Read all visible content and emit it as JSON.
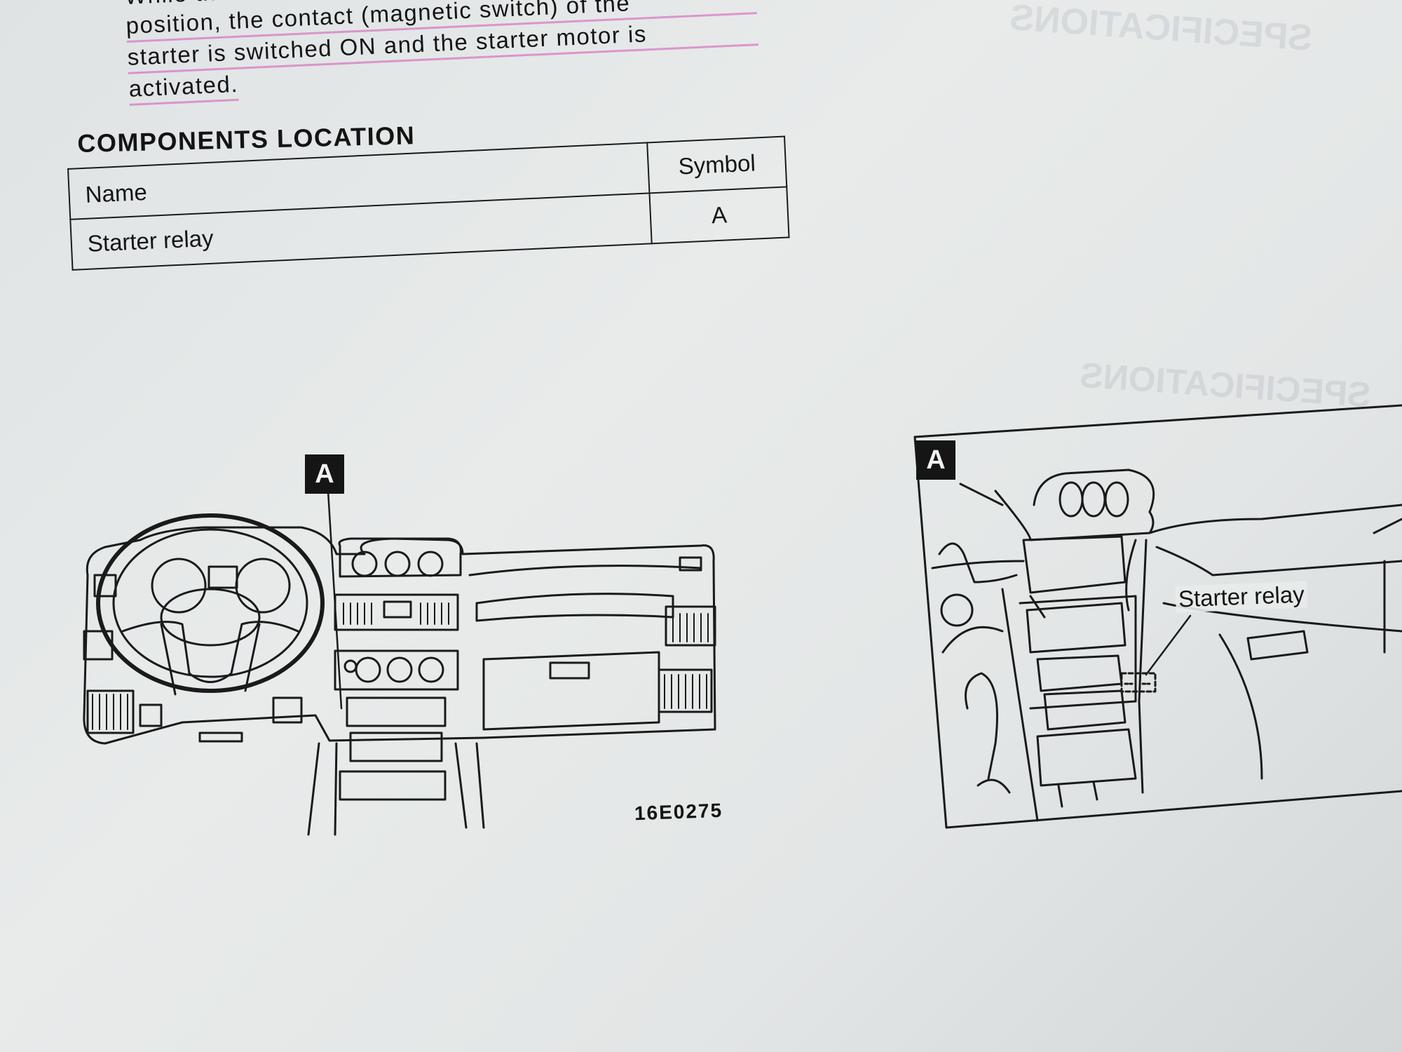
{
  "intro_lines": [
    "While the selector lever is at",
    "position, the contact (magnetic switch) of the",
    "starter is switched ON and the starter motor is",
    "activated."
  ],
  "section_title": "COMPONENTS LOCATION",
  "table": {
    "headers": [
      "Name",
      "Symbol"
    ],
    "rows": [
      {
        "name": "Starter relay",
        "symbol": "A"
      }
    ]
  },
  "figure": {
    "overview_label": "A",
    "detail_label": "A",
    "detail_callout": "Starter relay",
    "figure_code": "16E0275"
  },
  "colors": {
    "highlight": "#d650b4",
    "ink": "#141414",
    "paper": "#e4e7e7"
  }
}
